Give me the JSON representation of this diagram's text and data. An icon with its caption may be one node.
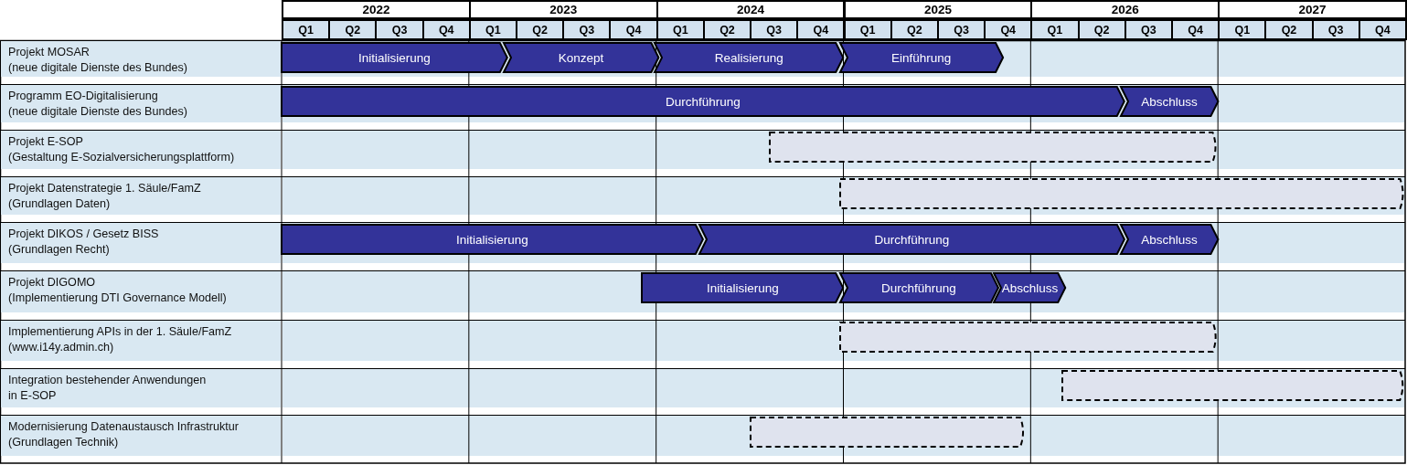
{
  "diagram": {
    "nodes": [
      {
        "text": [
          "Projekt MOSAR",
          "(neue digitale Dienste des Bundes)"
        ]
      },
      {
        "text": [
          "Initialisierung"
        ]
      },
      {
        "text": [
          "Konzept"
        ]
      },
      {
        "text": [
          "Realisierung"
        ]
      },
      {
        "text": [
          "Einführung"
        ]
      },
      {
        "text": [
          "Programm EO-Digitalisierung",
          "(neue digitale Dienste des Bundes)"
        ]
      },
      {
        "text": [
          "Durchführung"
        ]
      },
      {
        "text": [
          "Abschluss"
        ]
      },
      {
        "text": [
          "Projekt E-SOP",
          "(Gestaltung E-Sozialversicherungsplattform)"
        ]
      },
      {
        "text": [],
        "shape": "bar"
      },
      {
        "text": [
          "Projekt Datenstrategie 1. Säule/FamZ",
          "(Grundlagen Daten)"
        ]
      },
      {
        "text": [],
        "shape": "bar"
      },
      {
        "text": [
          "Projekt DIKOS / Gesetz BISS",
          "(Grundlagen Recht)"
        ]
      },
      {
        "text": [
          "Initialisierung"
        ]
      },
      {
        "text": [
          "Durchführung"
        ]
      },
      {
        "text": [
          "Abschluss"
        ]
      },
      {
        "text": [
          "Projekt DIGOMO",
          "(Implementierung DTI Governance Modell)"
        ]
      },
      {
        "text": [
          "Initialisierung"
        ]
      },
      {
        "text": [
          "Durchführung"
        ]
      },
      {
        "text": [
          "Abschluss"
        ]
      },
      {
        "text": [
          "Implementierung APIs in der 1. Säule/FamZ",
          "(www.i14y.admin.ch)"
        ]
      },
      {
        "text": [],
        "shape": "bar"
      },
      {
        "text": [
          "Integration bestehender Anwendungen",
          "in E-SOP"
        ]
      },
      {
        "text": [],
        "shape": "bar"
      },
      {
        "text": [
          "Modernisierung Datenaustausch Infrastruktur",
          "(Grundlagen Technik)"
        ]
      },
      {
        "text": [],
        "shape": "bar"
      }
    ],
    "labels": [
      "2022",
      "2023",
      "2024",
      "2025",
      "2026",
      "2027",
      "Q1",
      "Q2",
      "Q3",
      "Q4",
      "Q1",
      "Q2",
      "Q3",
      "Q4",
      "Q1",
      "Q2",
      "Q3",
      "Q4",
      "Q1",
      "Q2",
      "Q3",
      "Q4",
      "Q1",
      "Q2",
      "Q3",
      "Q4",
      "Q1",
      "Q2",
      "Q3",
      "Q4"
    ]
  }
}
